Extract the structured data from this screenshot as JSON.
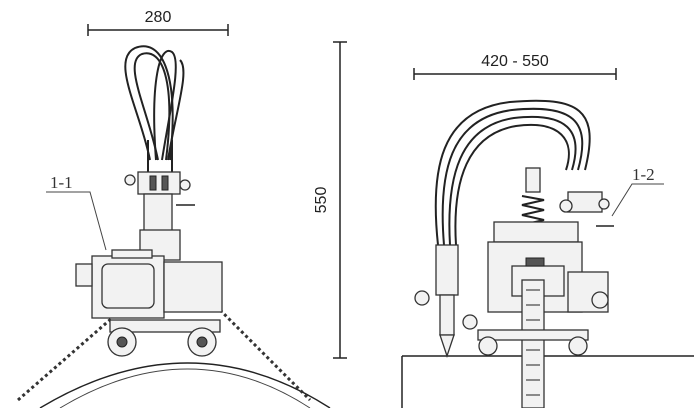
{
  "dimensions": {
    "left_width": "280",
    "height": "550",
    "right_width": "420 - 550"
  },
  "labels": {
    "left_part": "1-1",
    "right_part": "1-2"
  },
  "colors": {
    "line": "#222222",
    "background": "#ffffff"
  }
}
